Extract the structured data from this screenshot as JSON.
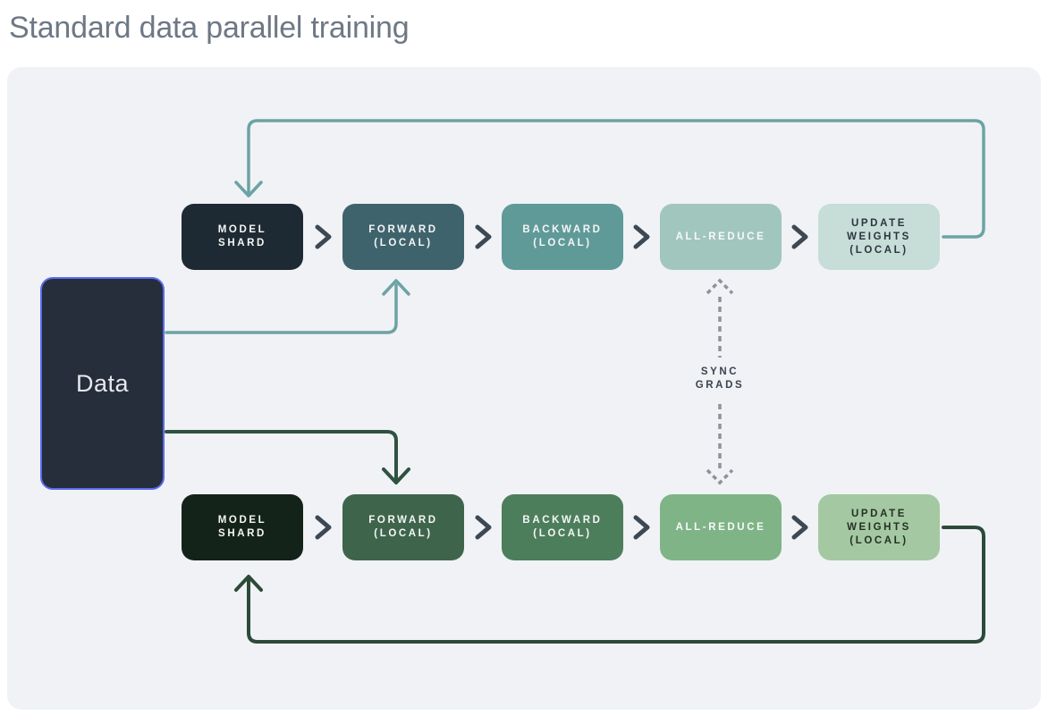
{
  "page": {
    "title": "Standard data parallel training"
  },
  "colors": {
    "page_bg": "#ffffff",
    "panel_bg": "#f0f2f5",
    "title_text": "#6e7885",
    "teal_line": "#6ca3a4",
    "green_loop_line": "#2c4a39",
    "green_data_line": "#2e523f",
    "sync_dash": "#8d929b",
    "flow_chevron": "#3c4854",
    "data_box_bg": "#252e3a",
    "data_box_border": "#5a6bf0",
    "data_box_text": "#e6e8ee",
    "sync_text": "#39434e"
  },
  "data_box": {
    "label": "Data"
  },
  "sync": {
    "label": "SYNC\nGRADS"
  },
  "top_row": {
    "boxes": [
      {
        "label": "MODEL\nSHARD",
        "bg": "#1e2a33",
        "fg": "#f4f6f6"
      },
      {
        "label": "FORWARD\n(LOCAL)",
        "bg": "#3f636d",
        "fg": "#f4f6f6"
      },
      {
        "label": "BACKWARD\n(LOCAL)",
        "bg": "#5f9a99",
        "fg": "#f4f6f6"
      },
      {
        "label": "ALL-REDUCE",
        "bg": "#a1c6be",
        "fg": "#f7f9f8"
      },
      {
        "label": "UPDATE\nWEIGHTS\n(LOCAL)",
        "bg": "#c7ddd7",
        "fg": "#2b3540"
      }
    ]
  },
  "bottom_row": {
    "boxes": [
      {
        "label": "MODEL\nSHARD",
        "bg": "#14231a",
        "fg": "#f4f6f6"
      },
      {
        "label": "FORWARD\n(LOCAL)",
        "bg": "#3e654c",
        "fg": "#f4f6f6"
      },
      {
        "label": "BACKWARD\n(LOCAL)",
        "bg": "#4d7e5c",
        "fg": "#f4f6f6"
      },
      {
        "label": "ALL-REDUCE",
        "bg": "#7fb487",
        "fg": "#f7f9f8"
      },
      {
        "label": "UPDATE\nWEIGHTS\n(LOCAL)",
        "bg": "#a4c9a2",
        "fg": "#243024"
      }
    ]
  }
}
